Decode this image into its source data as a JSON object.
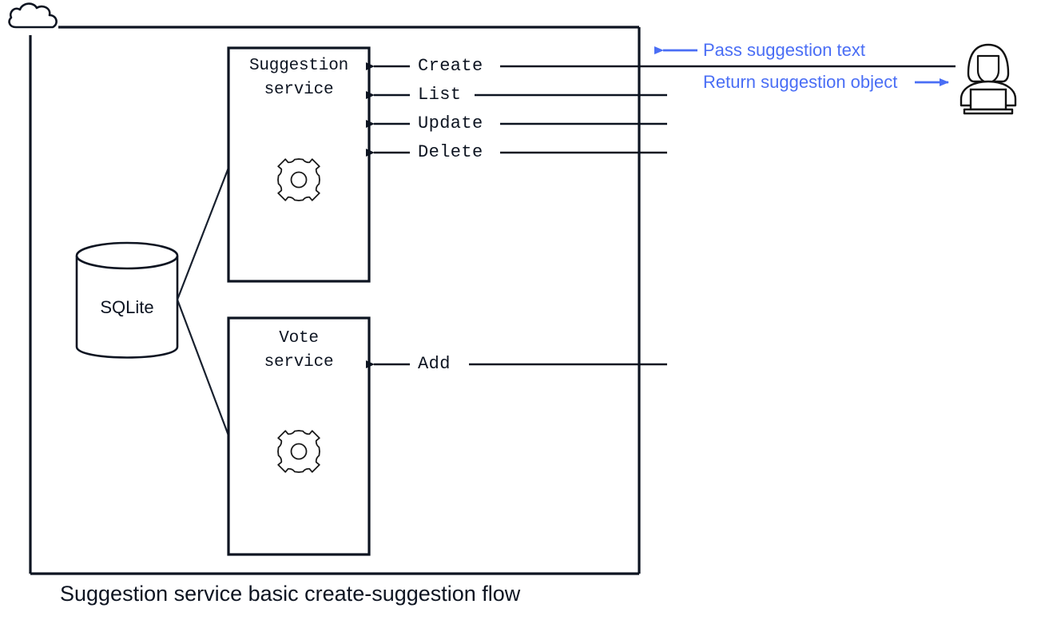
{
  "diagram": {
    "caption": "Suggestion service basic create-suggestion flow",
    "colors": {
      "stroke": "#0d1421",
      "annotation": "#4a6ef5",
      "background": "#ffffff"
    },
    "boundary": {
      "name": "system-boundary",
      "cloud_icon": "cloud-icon"
    },
    "services": [
      {
        "id": "suggestion-service",
        "line1": "Suggestion",
        "line2": "service",
        "icon": "gear-icon"
      },
      {
        "id": "vote-service",
        "line1": "Vote",
        "line2": "service",
        "icon": "gear-icon"
      }
    ],
    "database": {
      "id": "sqlite-database",
      "label": "SQLite",
      "icon": "database-cylinder-icon"
    },
    "operations": [
      {
        "id": "op-create",
        "label": "Create",
        "target": "suggestion-service"
      },
      {
        "id": "op-list",
        "label": "List",
        "target": "suggestion-service"
      },
      {
        "id": "op-update",
        "label": "Update",
        "target": "suggestion-service"
      },
      {
        "id": "op-delete",
        "label": "Delete",
        "target": "suggestion-service"
      },
      {
        "id": "op-add",
        "label": "Add",
        "target": "vote-service"
      }
    ],
    "annotations": [
      {
        "id": "annotation-pass-suggestion-text",
        "label": "Pass suggestion text",
        "arrow": "left"
      },
      {
        "id": "annotation-return-suggestion-object",
        "label": "Return suggestion object",
        "arrow": "right"
      }
    ],
    "actor": {
      "id": "user-actor",
      "icon": "person-at-laptop-icon"
    }
  }
}
